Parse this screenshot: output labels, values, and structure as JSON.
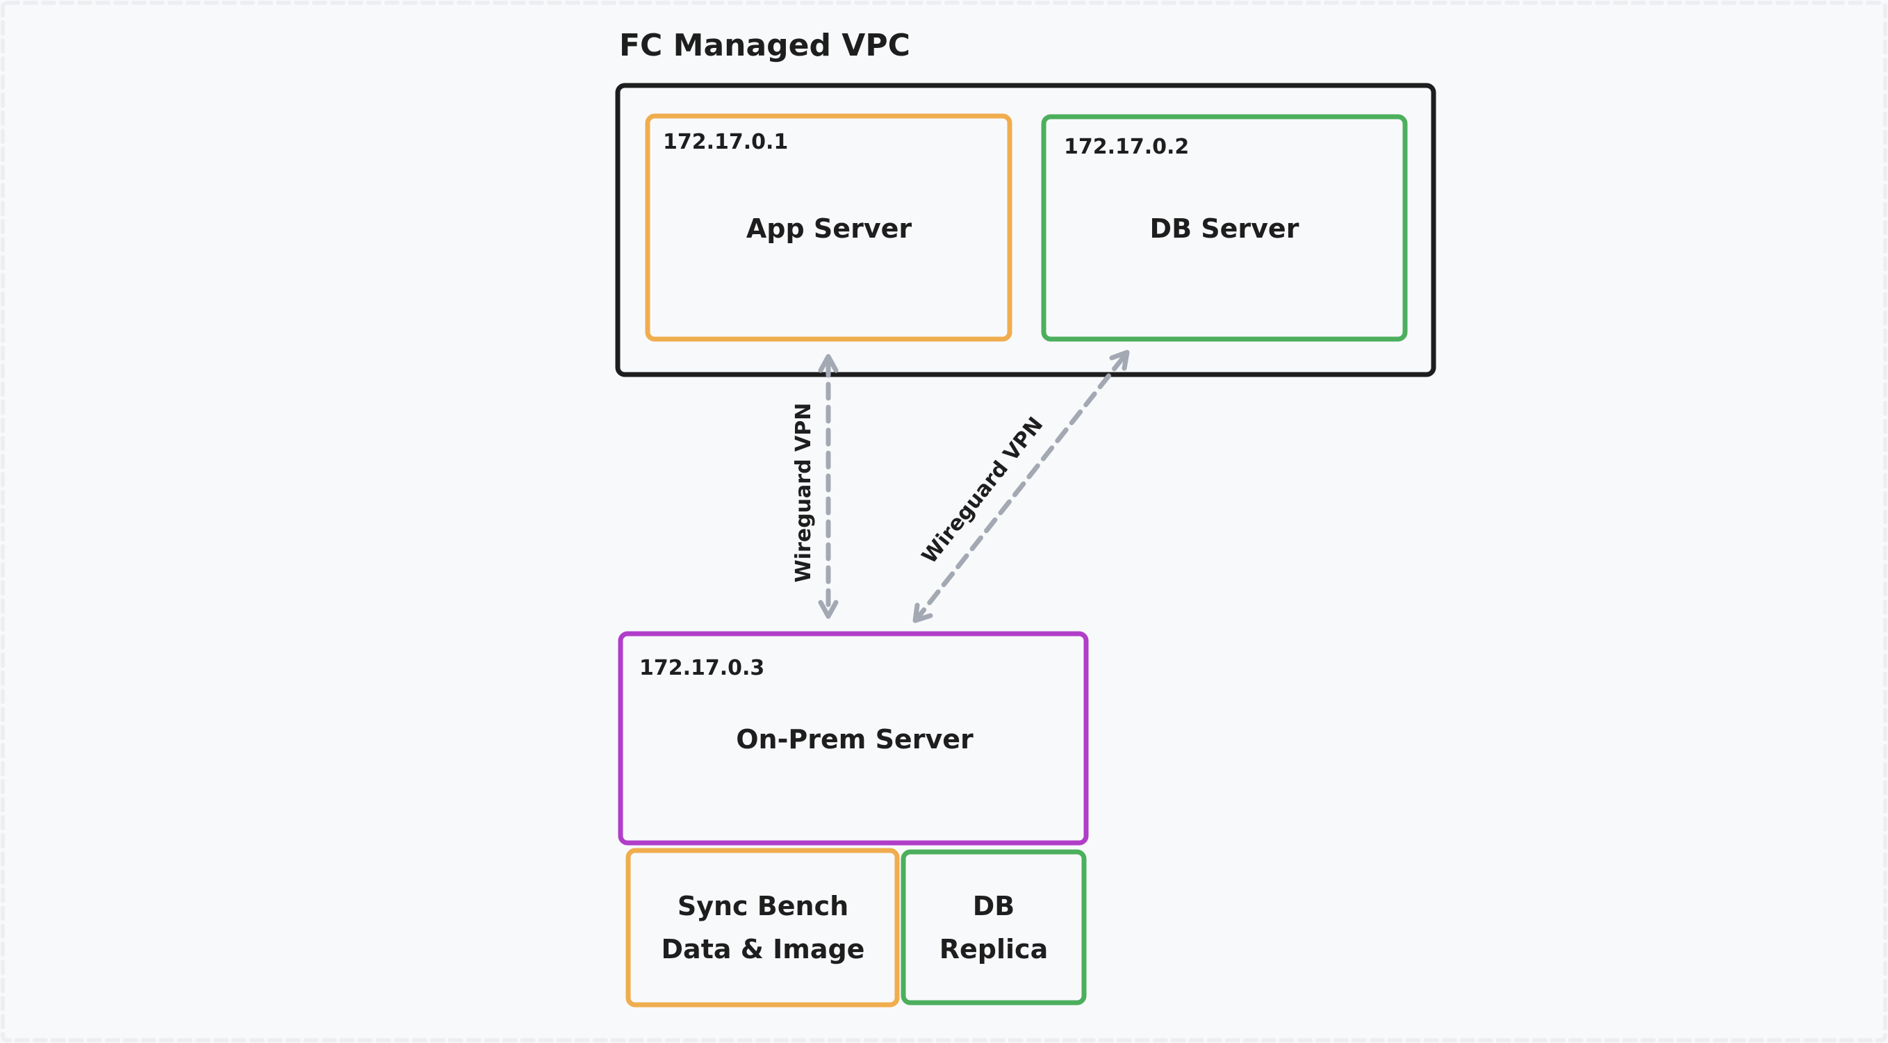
{
  "diagram": {
    "title": "FC Managed VPC",
    "colors": {
      "vpc": "#1e1e1e",
      "app_server": "#f0ad4e",
      "db_server": "#4caf5d",
      "on_prem": "#b03ec8",
      "sync_bench": "#f0ad4e",
      "db_replica": "#4caf5d",
      "connection": "#a3a9b3",
      "background": "#f8f9fb"
    },
    "nodes": {
      "app_server": {
        "ip": "172.17.0.1",
        "label": "App Server"
      },
      "db_server": {
        "ip": "172.17.0.2",
        "label": "DB Server"
      },
      "on_prem": {
        "ip": "172.17.0.3",
        "label": "On-Prem Server"
      },
      "sync_bench": {
        "label_line1": "Sync Bench",
        "label_line2": "Data & Image"
      },
      "db_replica": {
        "label_line1": "DB",
        "label_line2": "Replica"
      }
    },
    "edges": [
      {
        "from": "on_prem",
        "to": "app_server",
        "label": "Wireguard VPN",
        "style": "dashed",
        "bidirectional": true
      },
      {
        "from": "on_prem",
        "to": "db_server",
        "label": "Wireguard VPN",
        "style": "dashed",
        "bidirectional": true
      }
    ]
  }
}
